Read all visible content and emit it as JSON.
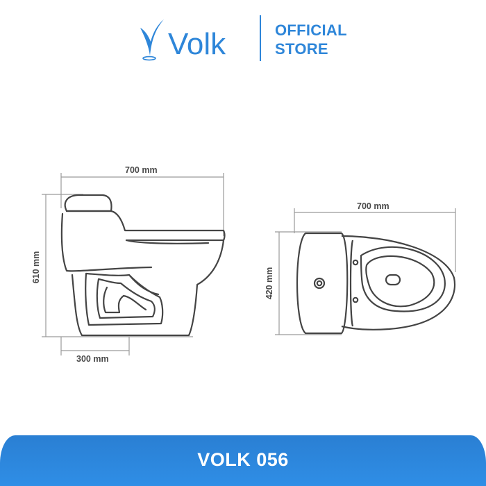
{
  "brand": {
    "name": "Volk",
    "store_line1": "OFFICIAL",
    "store_line2": "STORE",
    "accent_color": "#2e86d9",
    "logo_icon": "water-drop-icon"
  },
  "diagram": {
    "side_view": {
      "width_label": "700 mm",
      "height_label": "610 mm",
      "rough_in_label": "300 mm"
    },
    "top_view": {
      "width_label": "700 mm",
      "depth_label": "420 mm"
    },
    "line_color": "#444444",
    "dimension_color": "#9a9a9a"
  },
  "footer": {
    "title": "VOLK 056",
    "color": "#2e86d9"
  }
}
